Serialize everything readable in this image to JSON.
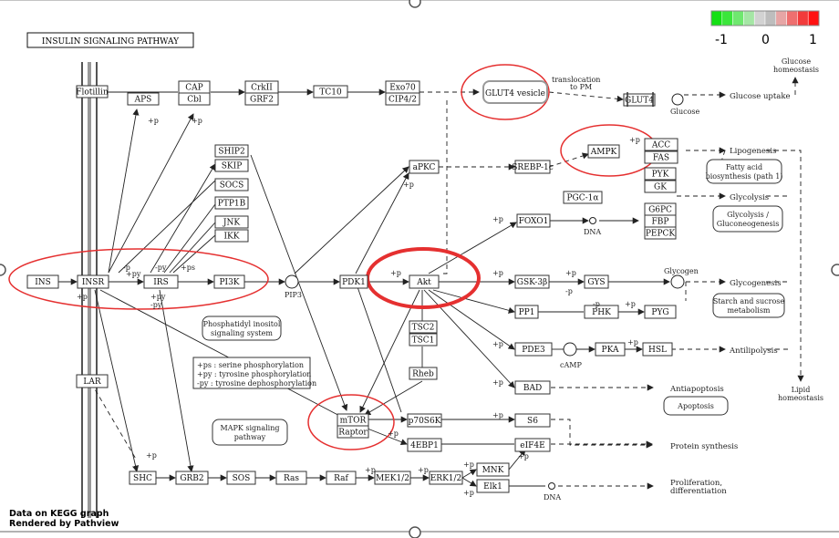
{
  "title": "INSULIN SIGNALING PATHWAY",
  "legend": {
    "min": "-1",
    "mid": "0",
    "max": "1",
    "colors": [
      "#14e014",
      "#3be63b",
      "#6fe86f",
      "#a5e6a5",
      "#d2d2d2",
      "#bdbdbd",
      "#e6a5a5",
      "#ee6f6f",
      "#f23b3b",
      "#ff1111"
    ]
  },
  "nodes": {
    "flotillin": "Flotillin",
    "cap": "CAP",
    "cbl": "Cbl",
    "aps": "APS",
    "crkii": "CrkII",
    "grf2": "GRF2",
    "tc10": "TC10",
    "exo70": "Exo70",
    "cip42": "CIP4/2",
    "glut4ves": "GLUT4 vesicle",
    "glut4": "GLUT4",
    "ship2": "SHIP2",
    "skip": "SKIP",
    "socs": "SOCS",
    "ptp1b": "PTP1B",
    "jnk": "JNK",
    "ikk": "IKK",
    "ins": "INS",
    "insr": "INSR",
    "irs": "IRS",
    "pi3k": "PI3K",
    "pdk1": "PDK1",
    "akt": "Akt",
    "apkc": "aPKC",
    "srebp": "SREBP-1c",
    "ampk": "AMPK",
    "acc": "ACC",
    "fas": "FAS",
    "pyk": "PYK",
    "gk": "GK",
    "pgc": "PGC-1α",
    "foxo1": "FOXO1",
    "g6pc": "G6PC",
    "fbp": "FBP",
    "pepck": "PEPCK",
    "gsk3b": "GSK-3β",
    "gys": "GYS",
    "pp1": "PP1",
    "phk": "PHK",
    "pyg": "PYG",
    "tsc2": "TSC2",
    "tsc1": "TSC1",
    "rheb": "Rheb",
    "mtor": "mTOR",
    "raptor": "Raptor",
    "p70s6k": "p70S6K",
    "s6": "S6",
    "fourebp1": "4EBP1",
    "eif4e": "eIF4E",
    "pde3": "PDE3",
    "pka": "PKA",
    "hsl": "HSL",
    "bad": "BAD",
    "lar": "LAR",
    "shc": "SHC",
    "grb2": "GRB2",
    "sos": "SOS",
    "ras": "Ras",
    "raf": "Raf",
    "mek": "MEK1/2",
    "erk": "ERK1/2",
    "mnk": "MNK",
    "elk1": "Elk1"
  },
  "labels": {
    "translocation": "translocation",
    "topm": "to PM",
    "glucose": "Glucose",
    "glucose_uptake": "Glucose uptake",
    "glucose_homeo1": "Glucose",
    "glucose_homeo2": "homeostasis",
    "lipogenesis": "Lipogenesis",
    "fatty1": "Fatty acid",
    "fatty2": "biosynthesis (path 1)",
    "glycolysis": "Glycolysis",
    "glyc_gluco1": "Glycolysis /",
    "glyc_gluco2": "Gluconeogenesis",
    "dna": "DNA",
    "glycogen": "Glycogen",
    "glycogenesis": "Glycogenesis",
    "starch1": "Starch and sucrose",
    "starch2": "metabolism",
    "camp": "cAMP",
    "antilipolysis": "Antilipolysis",
    "lipid1": "Lipid",
    "lipid2": "homeostasis",
    "antiapoptosis": "Antiapoptosis",
    "apoptosis": "Apoptosis",
    "protein_synthesis": "Protein synthesis",
    "prolif1": "Proliferation,",
    "prolif2": "differentiation",
    "dna2": "DNA",
    "pip3": "PIP3",
    "phos1": "Phosphatidyl inositol",
    "phos2": "signaling system",
    "key1": "+ps : serine phosphorylation",
    "key2": "+py : tyrosine phosphorylation",
    "key3": "-py : tyrosine dephosphorylation",
    "mapk1": "MAPK signaling",
    "mapk2": "pathway",
    "p": "+p",
    "mp": "-p",
    "ps": "+ps",
    "py": "+py",
    "mpy": "-py"
  },
  "footer": {
    "line1": "Data on KEGG graph",
    "line2": "Rendered by Pathview"
  }
}
